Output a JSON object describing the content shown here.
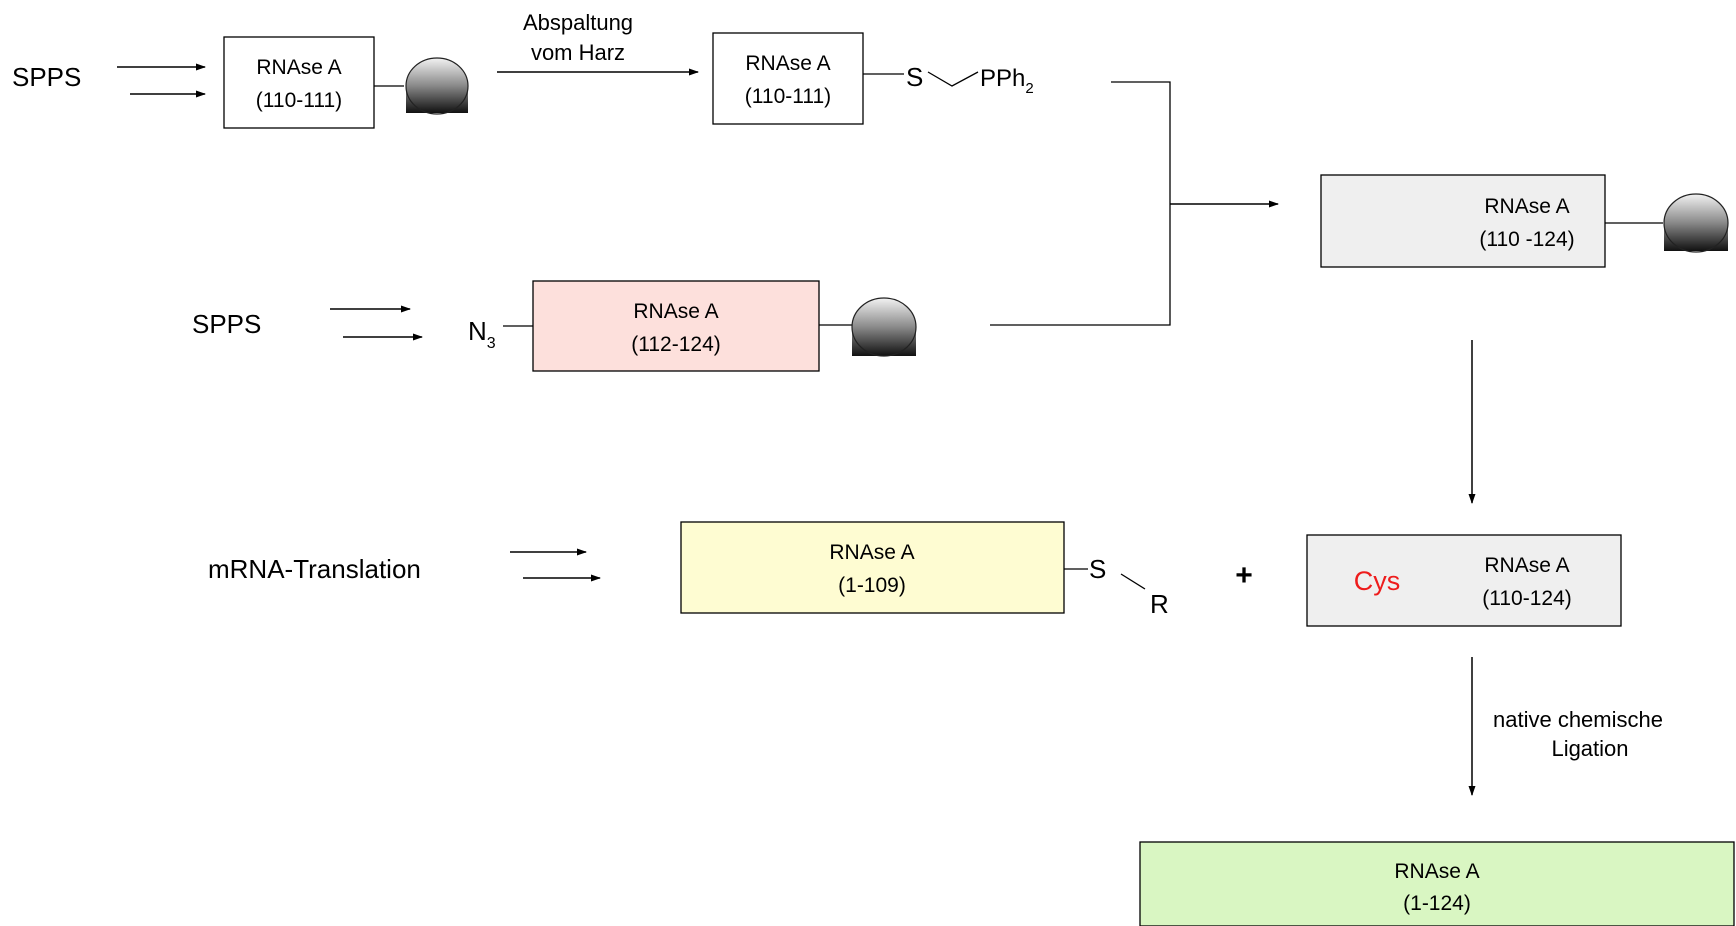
{
  "colors": {
    "box_white": "#ffffff",
    "box_pink": "#fde0dc",
    "box_grey": "#efefef",
    "box_yellow": "#fefcd2",
    "box_green": "#d9f6c2",
    "cys_red": "#ee1c1c",
    "line": "#000000"
  },
  "steps": {
    "spps_1": "SPPS",
    "spps_2": "SPPS",
    "mrna": "mRNA-Translation",
    "cleavage_line1": "Abspaltung",
    "cleavage_line2": "vom Harz",
    "ligation_line1": "native chemische",
    "ligation_line2": "Ligation"
  },
  "fragments": {
    "resin_110_111": {
      "name": "RNAse A",
      "range": "(110-111)"
    },
    "free_110_111": {
      "name": "RNAse A",
      "range": "(110-111)"
    },
    "resin_112_124": {
      "name": "RNAse A",
      "range": "(112-124)"
    },
    "resin_110_124": {
      "name": "RNAse A",
      "range": "(110 -124)"
    },
    "thioester_1_109": {
      "name": "RNAse A",
      "range": "(1-109)"
    },
    "cys_110_124": {
      "name": "RNAse A",
      "range": "(110-124)",
      "cys": "Cys"
    },
    "product_1_124": {
      "name": "RNAse A",
      "range": "(1-124)"
    }
  },
  "groups": {
    "s_1": "S",
    "pph": "PPh",
    "pph_sub": "2",
    "n": "N",
    "n_sub": "3",
    "s_2": "S",
    "r": "R",
    "plus": "+"
  }
}
